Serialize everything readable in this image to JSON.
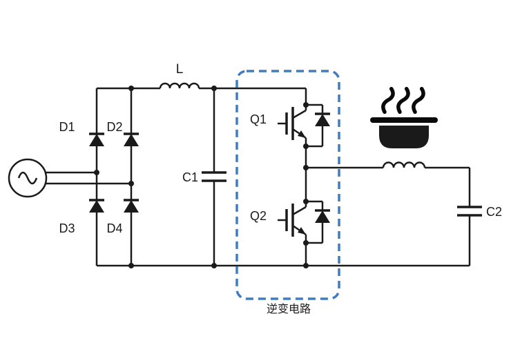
{
  "diagram": {
    "type": "circuit-schematic",
    "labels": {
      "d1": "D1",
      "d2": "D2",
      "d3": "D3",
      "d4": "D4",
      "inductor": "L",
      "cap1": "C1",
      "cap2": "C2",
      "q1": "Q1",
      "q2": "Q2",
      "inverter_box": "逆变电路"
    },
    "colors": {
      "wire": "#1a1a1a",
      "inverter_box_border": "#3f7cc0",
      "background": "#ffffff"
    },
    "icons": {
      "ac_source": "ac-source-icon",
      "pot": "cooking-pot-icon",
      "steam": "steam-icon"
    }
  }
}
